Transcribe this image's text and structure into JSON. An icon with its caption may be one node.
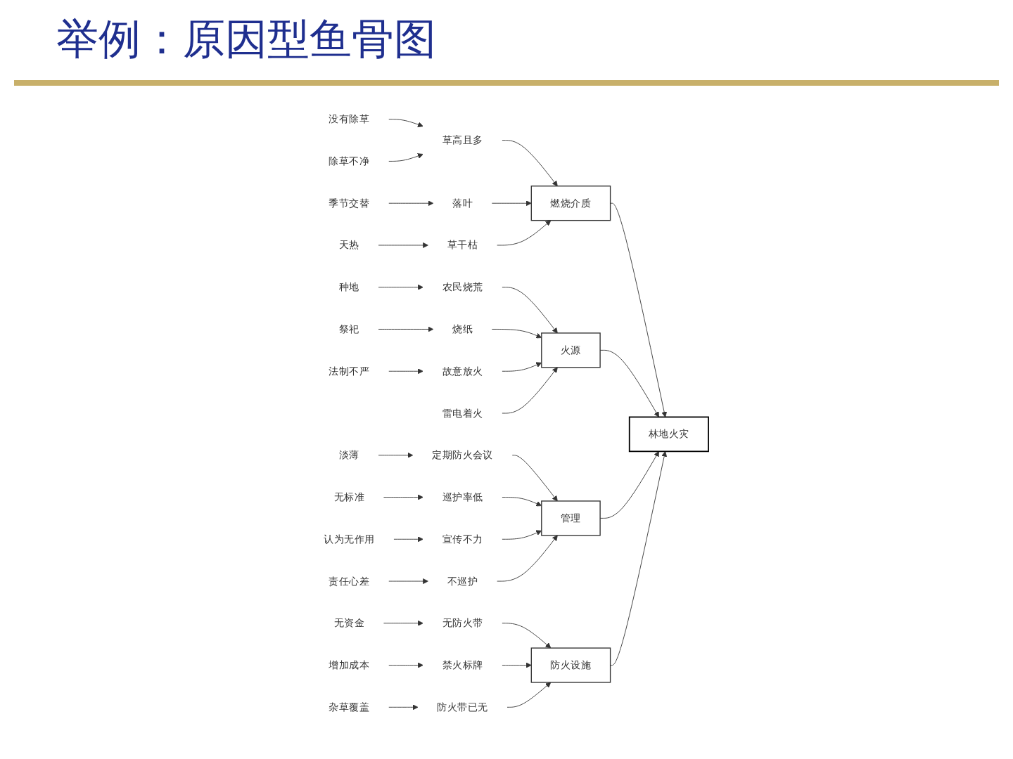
{
  "diagram": {
    "title": "举例：原因型鱼骨图",
    "nodes": [
      {
        "text": [
          "燃烧介质"
        ]
      },
      {
        "text": [
          "没有除草"
        ]
      },
      {
        "text": [
          "草高且多"
        ]
      },
      {
        "text": [
          "除草不净"
        ]
      },
      {
        "text": [
          "落叶"
        ]
      },
      {
        "text": [
          "季节交替"
        ]
      },
      {
        "text": [
          "草干枯"
        ]
      },
      {
        "text": [
          "天热"
        ]
      },
      {
        "text": [
          "火源"
        ]
      },
      {
        "text": [
          "农民烧荒"
        ]
      },
      {
        "text": [
          "种地"
        ]
      },
      {
        "text": [
          "烧纸"
        ]
      },
      {
        "text": [
          "祭祀"
        ]
      },
      {
        "text": [
          "故意放火"
        ]
      },
      {
        "text": [
          "法制不严"
        ]
      },
      {
        "text": [
          "雷电着火"
        ]
      },
      {
        "text": [
          "林地火灾"
        ]
      },
      {
        "text": [
          "定期防火会议"
        ]
      },
      {
        "text": [
          "淡薄"
        ]
      },
      {
        "text": [
          "巡护率低"
        ]
      },
      {
        "text": [
          "无标准"
        ]
      },
      {
        "text": [
          "宣传不力"
        ]
      },
      {
        "text": [
          "认为无作用"
        ]
      },
      {
        "text": [
          "不巡护"
        ]
      },
      {
        "text": [
          "责任心差"
        ]
      },
      {
        "text": [
          "管理"
        ]
      },
      {
        "text": [
          "无防火带"
        ]
      },
      {
        "text": [
          "无资金"
        ]
      },
      {
        "text": [
          "禁火标牌"
        ]
      },
      {
        "text": [
          "增加成本"
        ]
      },
      {
        "text": [
          "防火带已无"
        ]
      },
      {
        "text": [
          "杂草覆盖"
        ]
      },
      {
        "text": [
          "防火设施"
        ]
      }
    ],
    "edges": [
      {
        "from": 1,
        "to": 2,
        "arrow": "to"
      },
      {
        "from": 3,
        "to": 2,
        "arrow": "to"
      },
      {
        "from": 2,
        "to": 0,
        "arrow": "to"
      },
      {
        "from": 5,
        "to": 4,
        "arrow": "to"
      },
      {
        "from": 4,
        "to": 0,
        "arrow": "to"
      },
      {
        "from": 7,
        "to": 6,
        "arrow": "to"
      },
      {
        "from": 6,
        "to": 0,
        "arrow": "to"
      },
      {
        "from": 0,
        "to": 16,
        "arrow": "to"
      },
      {
        "from": 10,
        "to": 9,
        "arrow": "to"
      },
      {
        "from": 9,
        "to": 8,
        "arrow": "to"
      },
      {
        "from": 12,
        "to": 11,
        "arrow": "to"
      },
      {
        "from": 11,
        "to": 8,
        "arrow": "to"
      },
      {
        "from": 14,
        "to": 13,
        "arrow": "to"
      },
      {
        "from": 13,
        "to": 8,
        "arrow": "to"
      },
      {
        "from": 15,
        "to": 8,
        "arrow": "to"
      },
      {
        "from": 8,
        "to": 16,
        "arrow": "to"
      },
      {
        "from": 18,
        "to": 17,
        "arrow": "to"
      },
      {
        "from": 17,
        "to": 25,
        "arrow": "to"
      },
      {
        "from": 20,
        "to": 19,
        "arrow": "to"
      },
      {
        "from": 19,
        "to": 25,
        "arrow": "to"
      },
      {
        "from": 22,
        "to": 21,
        "arrow": "to"
      },
      {
        "from": 21,
        "to": 25,
        "arrow": "to"
      },
      {
        "from": 24,
        "to": 23,
        "arrow": "to"
      },
      {
        "from": 23,
        "to": 25,
        "arrow": "to"
      },
      {
        "from": 25,
        "to": 16,
        "arrow": "to"
      },
      {
        "from": 27,
        "to": 26,
        "arrow": "to"
      },
      {
        "from": 26,
        "to": 32,
        "arrow": "to"
      },
      {
        "from": 29,
        "to": 28,
        "arrow": "to"
      },
      {
        "from": 28,
        "to": 32,
        "arrow": "to"
      },
      {
        "from": 31,
        "to": 30,
        "arrow": "to"
      },
      {
        "from": 30,
        "to": 32,
        "arrow": "to"
      },
      {
        "from": 32,
        "to": 16,
        "arrow": "to"
      }
    ]
  }
}
